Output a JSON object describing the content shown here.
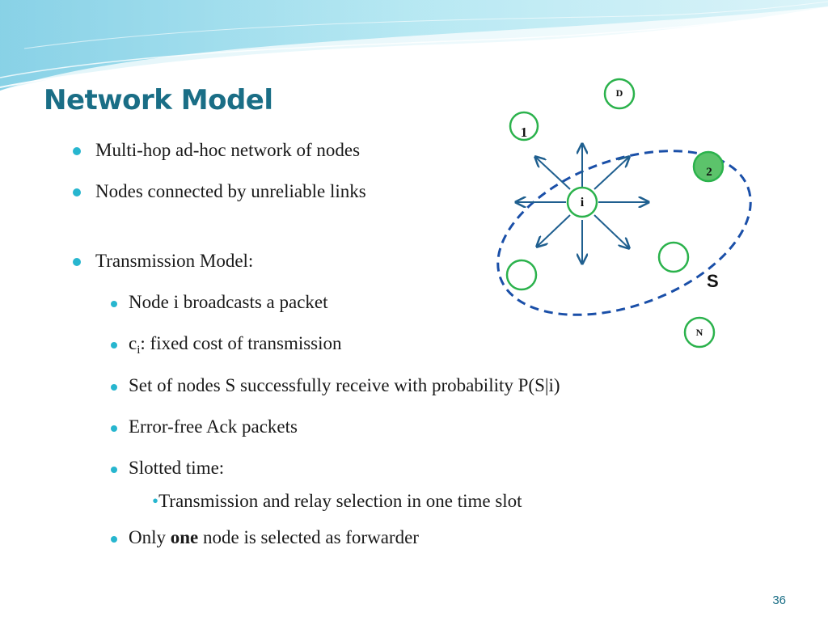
{
  "slide": {
    "title": "Network Model",
    "page_number": "36"
  },
  "bullets": {
    "b1": "Multi-hop ad-hoc network of nodes",
    "b2": "Nodes connected by unreliable links",
    "b3": "Transmission Model:",
    "s1": "Node i broadcasts a packet",
    "s2_pre": "c",
    "s2_sub": "i",
    "s2_post": ": fixed cost of transmission",
    "s3": "Set of nodes S successfully receive with probability P(S|i)",
    "s4": "Error-free Ack packets",
    "s5": "Slotted time:",
    "s5_sub": "Transmission and relay selection in one time slot",
    "s6_pre": "Only ",
    "s6_bold": "one",
    "s6_post": " node is selected as forwarder"
  },
  "diagram": {
    "node_i": "i",
    "node_1": "1",
    "node_2": "2",
    "node_d": "D",
    "node_n": "N",
    "set_label": "S"
  },
  "colors": {
    "title": "#1a6e86",
    "bullet": "#27b6cf",
    "node_stroke": "#2bb24c",
    "node_fill_selected": "#5cc36b",
    "arrow": "#1f5f8f",
    "ellipse": "#1a4fa8"
  }
}
